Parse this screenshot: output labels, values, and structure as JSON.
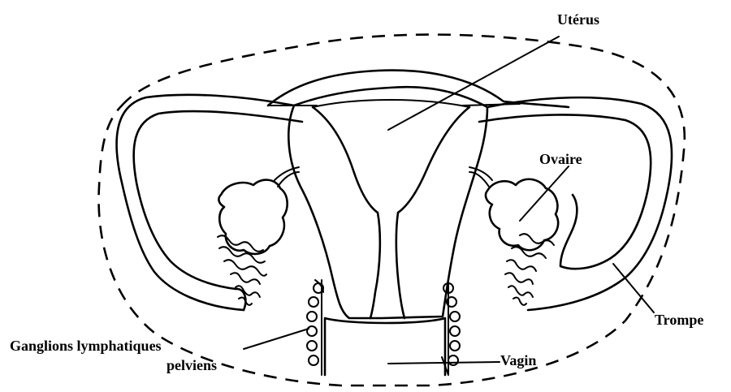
{
  "labels": {
    "uterus": "Utérus",
    "ovary": "Ovaire",
    "tube": "Trompe",
    "vagina": "Vagin",
    "lymph_line1": "Ganglions lymphatiques",
    "lymph_line2": "pelviens"
  }
}
